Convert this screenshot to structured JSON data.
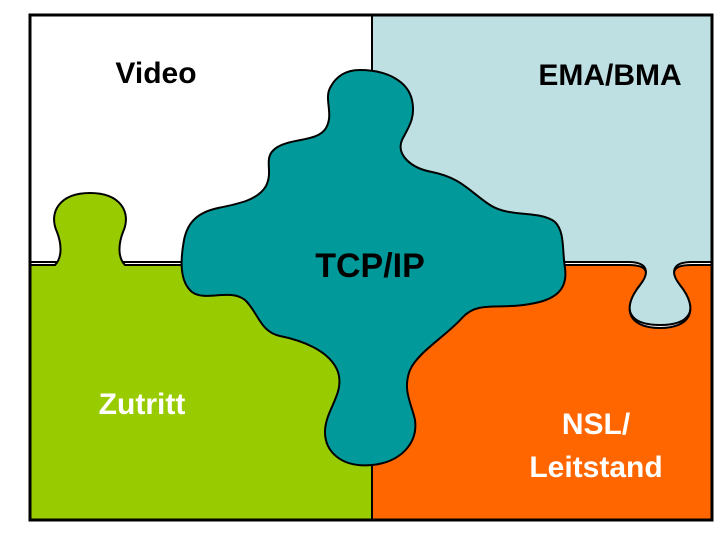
{
  "pieces": {
    "video": {
      "label": "Video",
      "color": "#ffffff"
    },
    "ema_bma": {
      "label": "EMA/BMA",
      "color": "#bfe0e3"
    },
    "tcp_ip": {
      "label": "TCP/IP",
      "color": "#019999"
    },
    "zutritt": {
      "label": "Zutritt",
      "color": "#99cc00"
    },
    "nsl": {
      "label_line1": "NSL/",
      "label_line2": "Leitstand",
      "color": "#ff6600"
    }
  },
  "colors": {
    "outline": "#000000",
    "light_text": "#ffffff",
    "dark_text": "#000000"
  }
}
